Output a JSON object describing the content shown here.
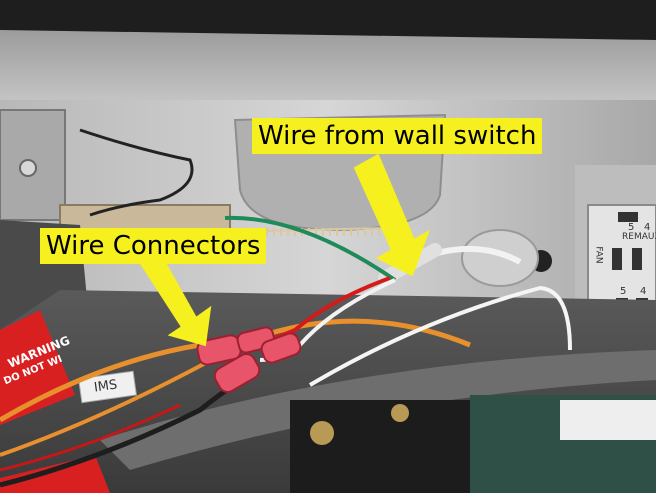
{
  "annotations": {
    "wire_from_wall_switch": "Wire from wall switch",
    "wire_connectors": "Wire Connectors"
  },
  "photo_labels": {
    "ims_tag": "IMS",
    "warning_sticker": "WARNING",
    "warning_sticker_line2": "DO NOT WI",
    "panel_fan": "FAN",
    "panel_remaux": "REMAUX",
    "panel_num_5a": "5",
    "panel_num_4a": "4",
    "panel_num_5b": "5",
    "panel_num_4b": "4"
  },
  "colors": {
    "callout_background": "#f5f01e",
    "arrow": "#f5f01e",
    "wire_orange": "#e8902e",
    "wire_red": "#d61a1a",
    "wire_white": "#f2f2f2",
    "wire_green": "#1f8a5a",
    "connector_red": "#e8546a"
  }
}
